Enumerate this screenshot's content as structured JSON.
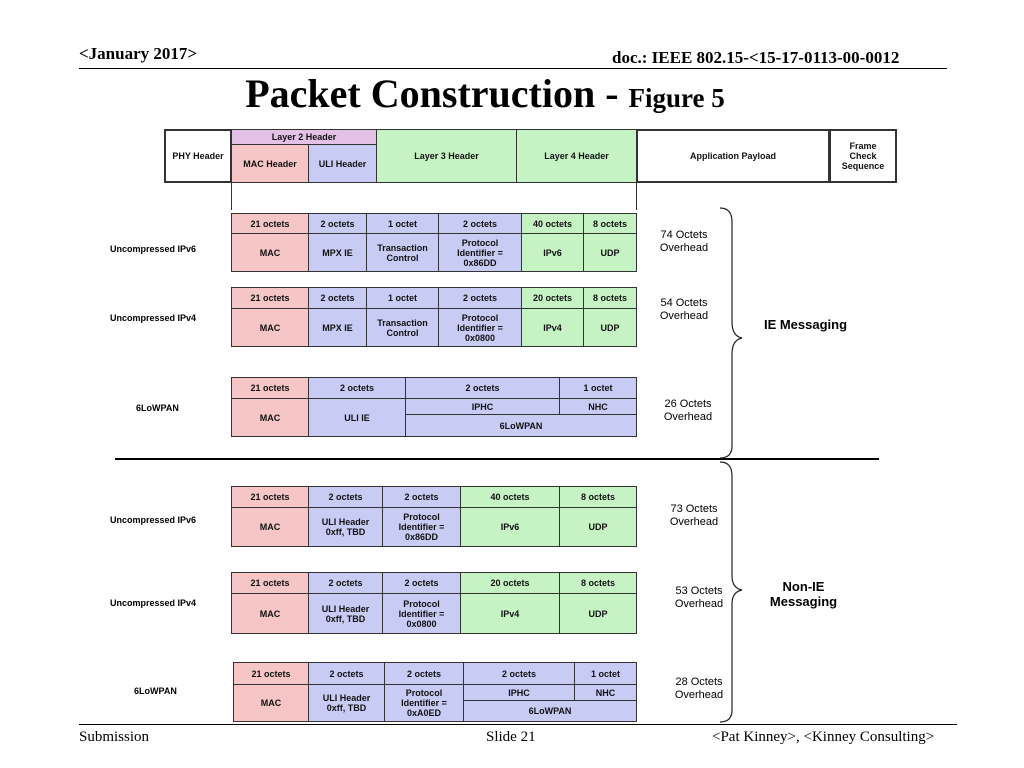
{
  "header": {
    "date": "<January 2017>",
    "doc": "doc.: IEEE 802.15-<15-17-0113-00-0012"
  },
  "title": {
    "main": "Packet Construction - ",
    "sub": "Figure 5"
  },
  "footer": {
    "submission": "Submission",
    "slide": "Slide 21",
    "author": "<Pat Kinney>, <Kinney Consulting>"
  },
  "frame": {
    "phy": "PHY Header",
    "layer2": "Layer 2 Header",
    "mac": "MAC Header",
    "uli": "ULI Header",
    "layer3": "Layer 3 Header",
    "layer4": "Layer 4 Header",
    "payload": "Application Payload",
    "fcs": "Frame Check Sequence"
  },
  "colors": {
    "red": "#f6c6c6",
    "blue": "#c8cbf4",
    "green": "#c6f3c4",
    "lavender": "#e4c2e8"
  },
  "ie": {
    "label": "IE Messaging",
    "r1": {
      "name": "Uncompressed IPv6",
      "overhead": "74 Octets Overhead",
      "oct": [
        "21 octets",
        "2 octets",
        "1 octet",
        "2 octets",
        "40 octets",
        "8 octets"
      ],
      "fld": [
        "MAC",
        "MPX IE",
        "Transaction Control",
        "Protocol Identifier = 0x86DD",
        "IPv6",
        "UDP"
      ]
    },
    "r2": {
      "name": "Uncompressed IPv4",
      "overhead": "54 Octets Overhead",
      "oct": [
        "21 octets",
        "2 octets",
        "1 octet",
        "2 octets",
        "20 octets",
        "8 octets"
      ],
      "fld": [
        "MAC",
        "MPX IE",
        "Transaction Control",
        "Protocol Identifier = 0x0800",
        "IPv4",
        "UDP"
      ]
    },
    "r3": {
      "name": "6LoWPAN",
      "overhead": "26 Octets Overhead",
      "oct": [
        "21 octets",
        "2 octets",
        "2 octets",
        "1 octet"
      ],
      "fld": [
        "MAC",
        "ULI IE",
        "IPHC",
        "NHC",
        "6LoWPAN"
      ]
    }
  },
  "nonie": {
    "label": "Non-IE Messaging",
    "r1": {
      "name": "Uncompressed IPv6",
      "overhead": "73 Octets Overhead",
      "oct": [
        "21 octets",
        "2 octets",
        "2 octets",
        "40 octets",
        "8 octets"
      ],
      "fld": [
        "MAC",
        "ULI Header 0xff, TBD",
        "Protocol Identifier = 0x86DD",
        "IPv6",
        "UDP"
      ]
    },
    "r2": {
      "name": "Uncompressed IPv4",
      "overhead": "53 Octets Overhead",
      "oct": [
        "21 octets",
        "2 octets",
        "2 octets",
        "20 octets",
        "8 octets"
      ],
      "fld": [
        "MAC",
        "ULI Header 0xff, TBD",
        "Protocol Identifier = 0x0800",
        "IPv4",
        "UDP"
      ]
    },
    "r3": {
      "name": "6LoWPAN",
      "overhead": "28 Octets Overhead",
      "oct": [
        "21 octets",
        "2 octets",
        "2 octets",
        "2 octets",
        "1 octet"
      ],
      "fld": [
        "MAC",
        "ULI Header 0xff, TBD",
        "Protocol Identifier = 0xA0ED",
        "IPHC",
        "NHC",
        "6LoWPAN"
      ]
    }
  }
}
